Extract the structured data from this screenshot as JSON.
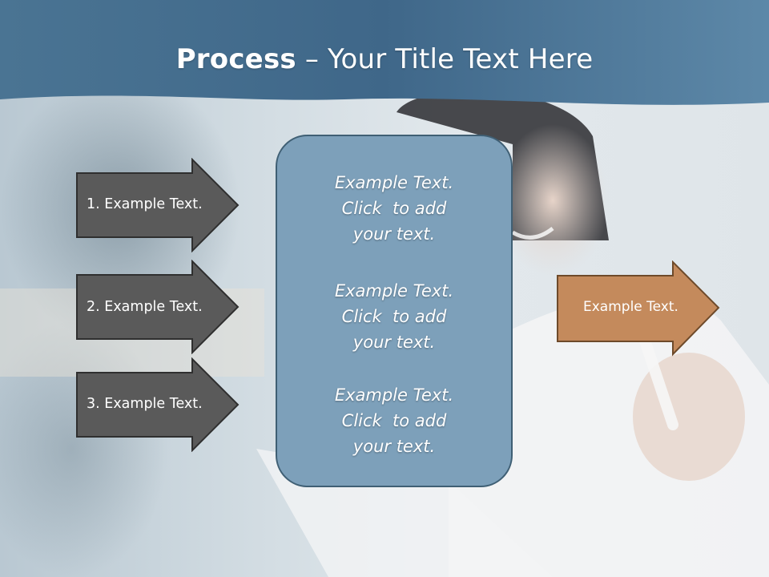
{
  "title": {
    "bold": "Process",
    "rest": " – Your Title Text Here"
  },
  "left_arrows": [
    {
      "label": "1. Example Text."
    },
    {
      "label": "2. Example Text."
    },
    {
      "label": "3. Example Text."
    }
  ],
  "center_blocks": [
    {
      "lines": [
        "Example Text.",
        "Click  to add",
        "your text."
      ]
    },
    {
      "lines": [
        "Example Text.",
        "Click  to add",
        "your text."
      ]
    },
    {
      "lines": [
        "Example Text.",
        "Click  to add",
        "your text."
      ]
    }
  ],
  "right_arrow": {
    "label": "Example Text."
  },
  "colors": {
    "header": "#4e7897",
    "dark_arrow": "#5a5a5a",
    "center_box": "#7da0ba",
    "orange_arrow": "#c48a5c"
  }
}
